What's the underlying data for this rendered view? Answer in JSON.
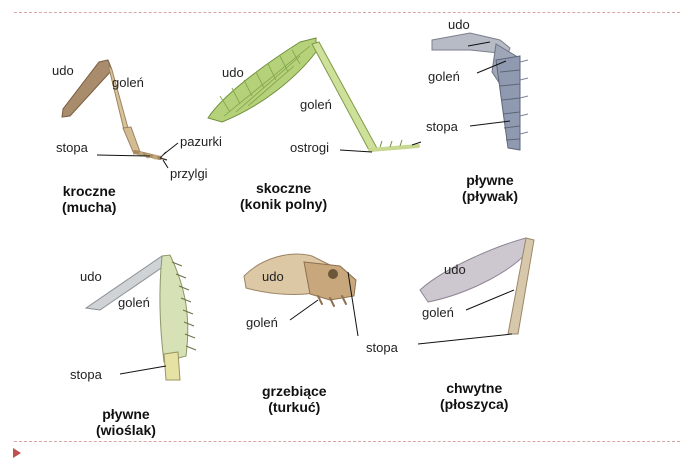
{
  "legs": [
    {
      "caption": [
        "kroczne",
        "(mucha)"
      ],
      "labels": {
        "udo": "udo",
        "golen": "goleń",
        "stopa": "stopa",
        "pazurki": "pazurki",
        "przylgi": "przylgi"
      }
    },
    {
      "caption": [
        "skoczne",
        "(konik polny)"
      ],
      "labels": {
        "udo": "udo",
        "golen": "goleń",
        "ostrogi": "ostrogi"
      }
    },
    {
      "caption": [
        "pływne",
        "(pływak)"
      ],
      "labels": {
        "udo": "udo",
        "golen": "goleń",
        "stopa": "stopa"
      }
    },
    {
      "caption": [
        "pływne",
        "(wioślak)"
      ],
      "labels": {
        "udo": "udo",
        "golen": "goleń",
        "stopa": "stopa"
      }
    },
    {
      "caption": [
        "grzebiące",
        "(turkuć)"
      ],
      "labels": {
        "udo": "udo",
        "golen": "goleń",
        "stopa": "stopa"
      }
    },
    {
      "caption": [
        "chwytne",
        "(płoszyca)"
      ],
      "labels": {
        "udo": "udo",
        "golen": "goleń"
      }
    }
  ]
}
